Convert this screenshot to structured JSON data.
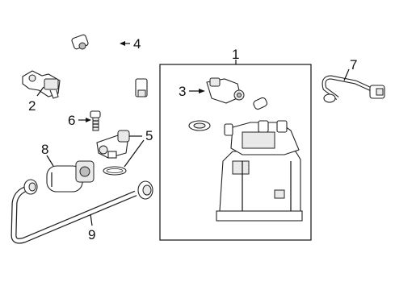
{
  "diagram": {
    "callouts": [
      {
        "id": "c1",
        "label": "1"
      },
      {
        "id": "c2",
        "label": "2"
      },
      {
        "id": "c3",
        "label": "3"
      },
      {
        "id": "c4",
        "label": "4"
      },
      {
        "id": "c5",
        "label": "5"
      },
      {
        "id": "c6",
        "label": "6"
      },
      {
        "id": "c7",
        "label": "7"
      },
      {
        "id": "c8",
        "label": "8"
      },
      {
        "id": "c9",
        "label": "9"
      }
    ],
    "colors": {
      "line": "#111111",
      "fill": "#ffffff",
      "shade": "#e9e9e9"
    }
  }
}
